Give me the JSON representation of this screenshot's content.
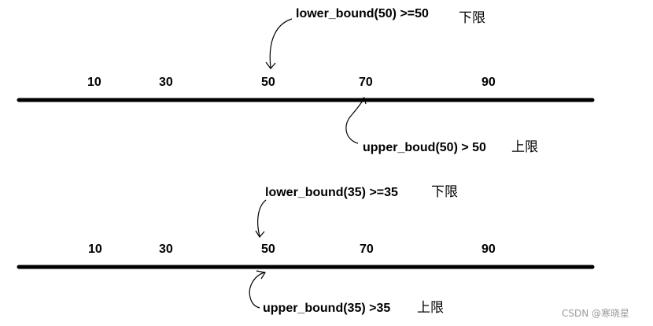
{
  "diagram_1": {
    "ticks": [
      "10",
      "30",
      "50",
      "70",
      "90"
    ],
    "lower_label": "lower_bound(50) >=50",
    "lower_cjk": "下限",
    "upper_label": "upper_boud(50) > 50",
    "upper_cjk": "上限"
  },
  "diagram_2": {
    "ticks": [
      "10",
      "30",
      "50",
      "70",
      "90"
    ],
    "lower_label": "lower_bound(35) >=35",
    "lower_cjk": "下限",
    "upper_label": "upper_bound(35) >35",
    "upper_cjk": "上限"
  },
  "watermark": "CSDN @寒晓星",
  "colors": {
    "line": "#000000",
    "watermark": "#9a9a9a"
  }
}
